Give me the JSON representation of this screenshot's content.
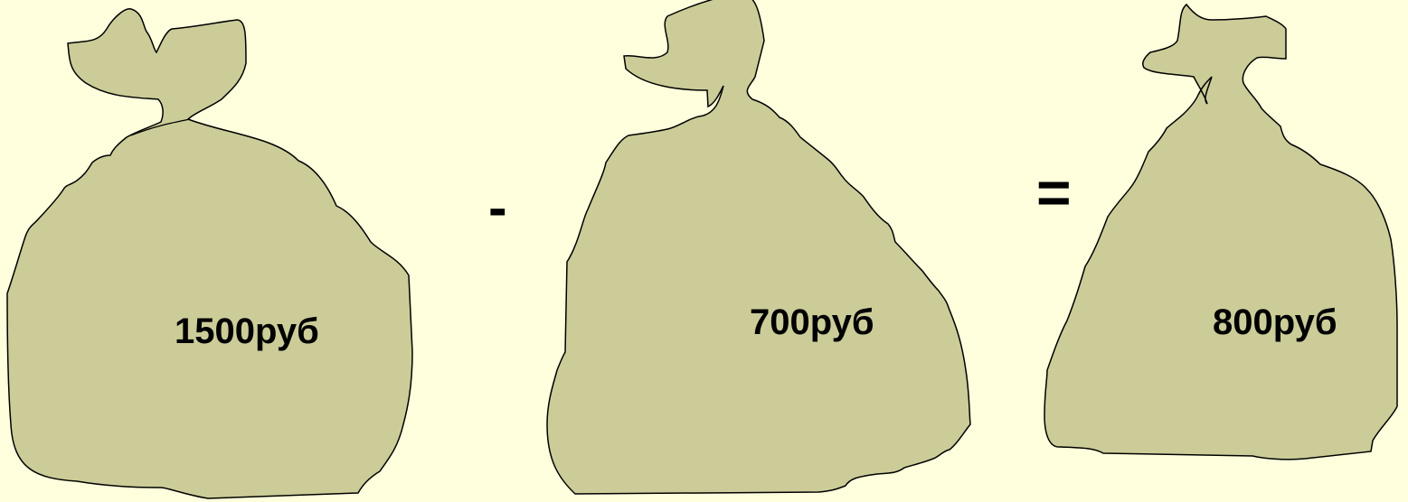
{
  "colors": {
    "background": "#ffffdd",
    "bag_fill": "#cccc99",
    "bag_stroke": "#000000",
    "text": "#000000"
  },
  "equation": {
    "bag1": {
      "label": "1500руб",
      "icon": "money-bag-icon"
    },
    "minus": "-",
    "bag2": {
      "label": "700руб",
      "icon": "money-bag-icon"
    },
    "equals": "=",
    "bag3": {
      "label": "800руб",
      "icon": "money-bag-icon"
    }
  }
}
